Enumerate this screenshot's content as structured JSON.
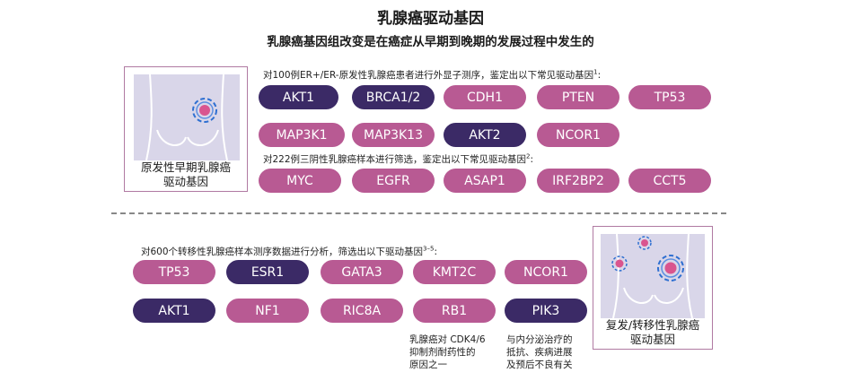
{
  "title": "乳腺癌驱动基因",
  "subtitle": "乳腺癌基因组改变是在癌症从早期到晚期的发展过程中发生的",
  "primary": {
    "note": "对100例ER+/ER-原发性乳腺癌患者进行外显子测序，鉴定出以下常见驱动基因",
    "note_ref": "1",
    "note_end": ":",
    "genes_row1": [
      {
        "label": "AKT1",
        "color": "dark"
      },
      {
        "label": "BRCA1/2",
        "color": "dark"
      },
      {
        "label": "CDH1",
        "color": "pink"
      },
      {
        "label": "PTEN",
        "color": "pink"
      },
      {
        "label": "TP53",
        "color": "pink"
      }
    ],
    "genes_row2": [
      {
        "label": "MAP3K1",
        "color": "pink"
      },
      {
        "label": "MAP3K13",
        "color": "pink"
      },
      {
        "label": "AKT2",
        "color": "dark"
      },
      {
        "label": "NCOR1",
        "color": "pink"
      }
    ],
    "tnbc_note": "对222例三阴性乳腺癌样本进行筛选，鉴定出以下常见驱动基因",
    "tnbc_ref": "2",
    "tnbc_end": ":",
    "genes_row3": [
      {
        "label": "MYC",
        "color": "pink"
      },
      {
        "label": "EGFR",
        "color": "pink"
      },
      {
        "label": "ASAP1",
        "color": "pink"
      },
      {
        "label": "IRF2BP2",
        "color": "pink"
      },
      {
        "label": "CCT5",
        "color": "pink"
      }
    ],
    "caption_line1": "原发性早期乳腺癌",
    "caption_line2": "驱动基因"
  },
  "metastatic": {
    "note": "对600个转移性乳腺癌样本测序数据进行分析，筛选出以下驱动基因",
    "note_ref": "3–5",
    "note_end": ":",
    "genes_row1": [
      {
        "label": "TP53",
        "color": "pink"
      },
      {
        "label": "ESR1",
        "color": "dark"
      },
      {
        "label": "GATA3",
        "color": "pink"
      },
      {
        "label": "KMT2C",
        "color": "pink"
      },
      {
        "label": "NCOR1",
        "color": "pink"
      }
    ],
    "genes_row2": [
      {
        "label": "AKT1",
        "color": "dark"
      },
      {
        "label": "NF1",
        "color": "pink"
      },
      {
        "label": "RIC8A",
        "color": "pink"
      },
      {
        "label": "RB1",
        "color": "pink"
      },
      {
        "label": "PIK3",
        "color": "dark"
      }
    ],
    "rb1_note": [
      "乳腺癌对 CDK4/6",
      "抑制剂耐药性的",
      "原因之一"
    ],
    "pik3_note": [
      "与内分泌治疗的",
      "抵抗、疾病进展",
      "及预后不良有关"
    ],
    "caption_line1": "复发/转移性乳腺癌",
    "caption_line2": "驱动基因"
  },
  "colors": {
    "pink": "#b85a93",
    "dark": "#3b2a66",
    "figure_bg": "#d9d6e9",
    "tumor": "#2e6fd1"
  }
}
